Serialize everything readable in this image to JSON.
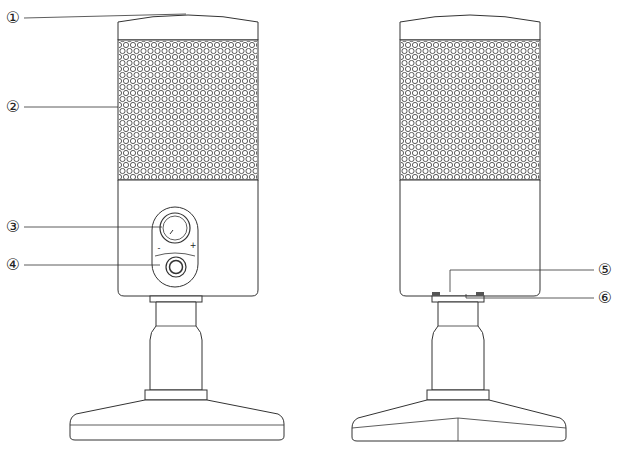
{
  "diagram": {
    "labels": [
      "①",
      "②",
      "③",
      "④",
      "⑤",
      "⑥",
      "-",
      "+"
    ]
  }
}
